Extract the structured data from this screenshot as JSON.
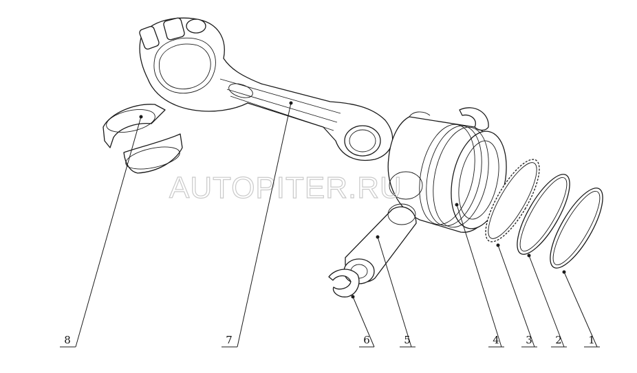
{
  "watermark": "AUTOPITER.RU",
  "callouts": [
    {
      "id": "1",
      "part": "piston-ring-top"
    },
    {
      "id": "2",
      "part": "piston-ring-second"
    },
    {
      "id": "3",
      "part": "oil-control-ring"
    },
    {
      "id": "4",
      "part": "piston"
    },
    {
      "id": "5",
      "part": "piston-pin"
    },
    {
      "id": "6",
      "part": "snap-ring"
    },
    {
      "id": "7",
      "part": "connecting-rod"
    },
    {
      "id": "8",
      "part": "connecting-rod-bearing"
    }
  ]
}
